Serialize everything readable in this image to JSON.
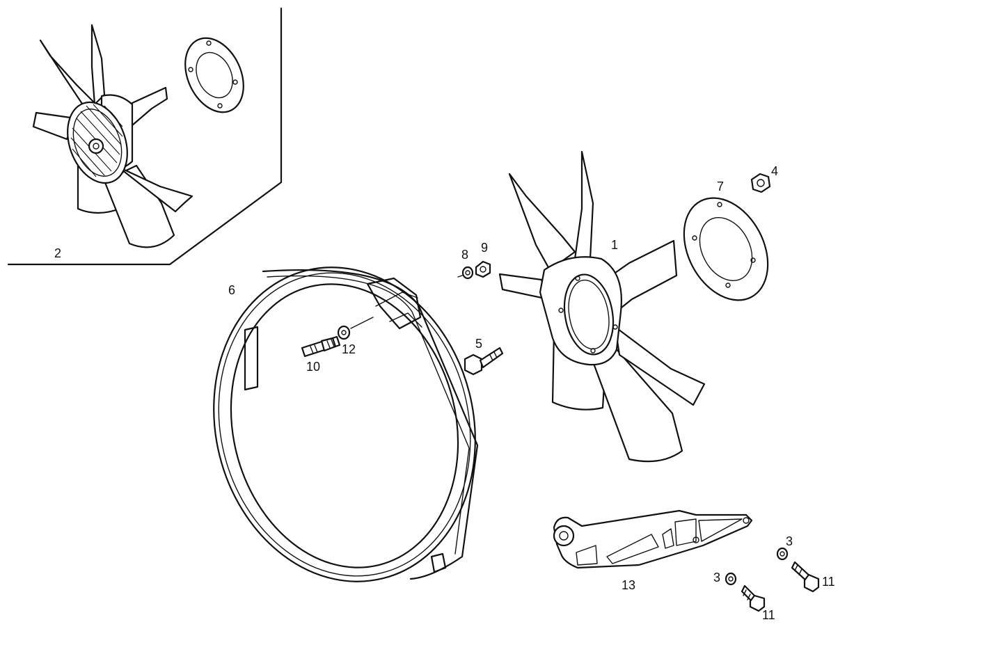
{
  "diagram": {
    "callouts": {
      "fan_main": "1",
      "fan_clutch_inset": "2",
      "washer_a": "3",
      "washer_b": "3",
      "nut": "4",
      "bolt": "5",
      "shroud": "6",
      "spacer_plate": "7",
      "washer_small": "8",
      "nut_small": "9",
      "stud": "10",
      "bolt_a": "11",
      "bolt_b": "11",
      "washer_stud": "12",
      "bracket": "13"
    }
  }
}
